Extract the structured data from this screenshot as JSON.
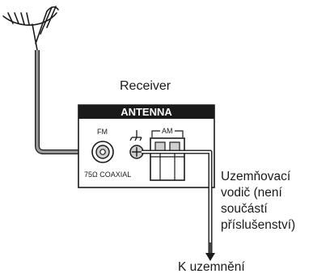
{
  "labels": {
    "receiver": "Receiver",
    "panel_title": "ANTENNA",
    "fm": "FM",
    "am": "AM",
    "coaxial": "75Ω  COAXIAL",
    "ground_wire_line1": "Uzemňovací",
    "ground_wire_line2": "vodič (není",
    "ground_wire_line3": "součástí",
    "ground_wire_line4": "příslušenství)",
    "to_ground": "K uzemnění"
  },
  "icons": {
    "antenna": "fm-antenna-icon",
    "ground_symbol": "ground-symbol-icon",
    "ground_arrow": "arrow-down-icon"
  },
  "colors": {
    "line": "#1a1a1a",
    "cable_fill": "#9a9a9a",
    "panel_header": "#1a1a1a",
    "panel_header_text": "#ffffff",
    "connector_fill": "#cfcfcf"
  }
}
